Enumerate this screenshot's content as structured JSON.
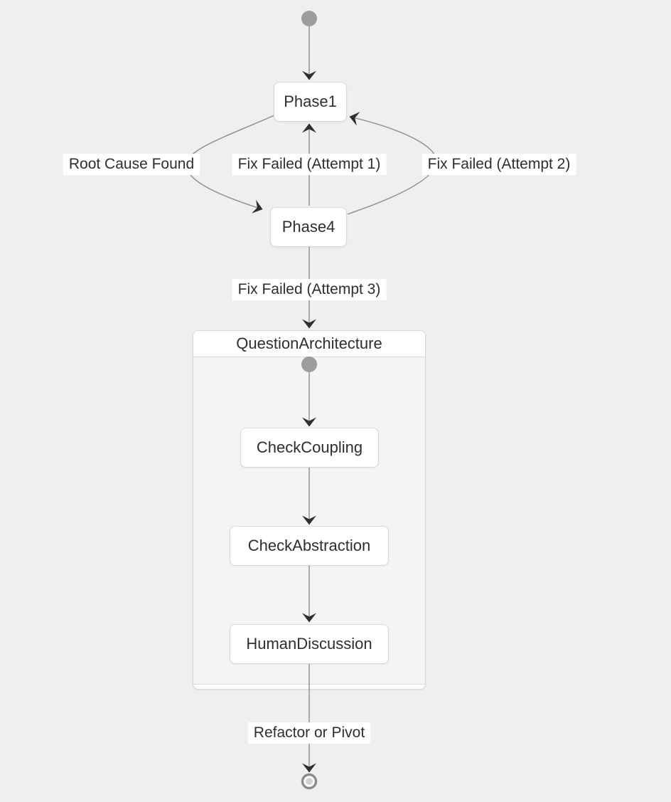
{
  "diagram": {
    "type": "state-diagram",
    "nodes": {
      "phase1": "Phase1",
      "phase4": "Phase4",
      "question_architecture": "QuestionArchitecture",
      "check_coupling": "CheckCoupling",
      "check_abstraction": "CheckAbstraction",
      "human_discussion": "HumanDiscussion"
    },
    "edges": [
      {
        "from": "[*]",
        "to": "Phase1",
        "label": ""
      },
      {
        "from": "Phase1",
        "to": "Phase4",
        "label": "Root Cause Found"
      },
      {
        "from": "Phase4",
        "to": "Phase1",
        "label": "Fix Failed (Attempt 1)"
      },
      {
        "from": "Phase4",
        "to": "Phase1",
        "label": "Fix Failed (Attempt 2)"
      },
      {
        "from": "Phase4",
        "to": "QuestionArchitecture",
        "label": "Fix Failed (Attempt 3)"
      },
      {
        "from": "QuestionArchitecture.[*]",
        "to": "CheckCoupling",
        "label": ""
      },
      {
        "from": "CheckCoupling",
        "to": "CheckAbstraction",
        "label": ""
      },
      {
        "from": "CheckAbstraction",
        "to": "HumanDiscussion",
        "label": ""
      },
      {
        "from": "HumanDiscussion",
        "to": "[*]",
        "label": "Refactor or Pivot"
      }
    ],
    "icons": {
      "start_state": "filled-circle",
      "end_state": "ring-circle"
    },
    "colors": {
      "background": "#f1efed",
      "node_fill": "#ffffff",
      "node_border": "#d9d8d6",
      "composite_body": "#f4f4f3",
      "edge_line": "#8c8c8c",
      "arrowhead": "#2f2f2f",
      "start_state_fill": "#9c9c9c",
      "end_state_ring": "#8c8c8c",
      "end_state_inner": "#d4d3d0",
      "label_background": "#ffffff",
      "text": "#2e2e2e"
    }
  }
}
